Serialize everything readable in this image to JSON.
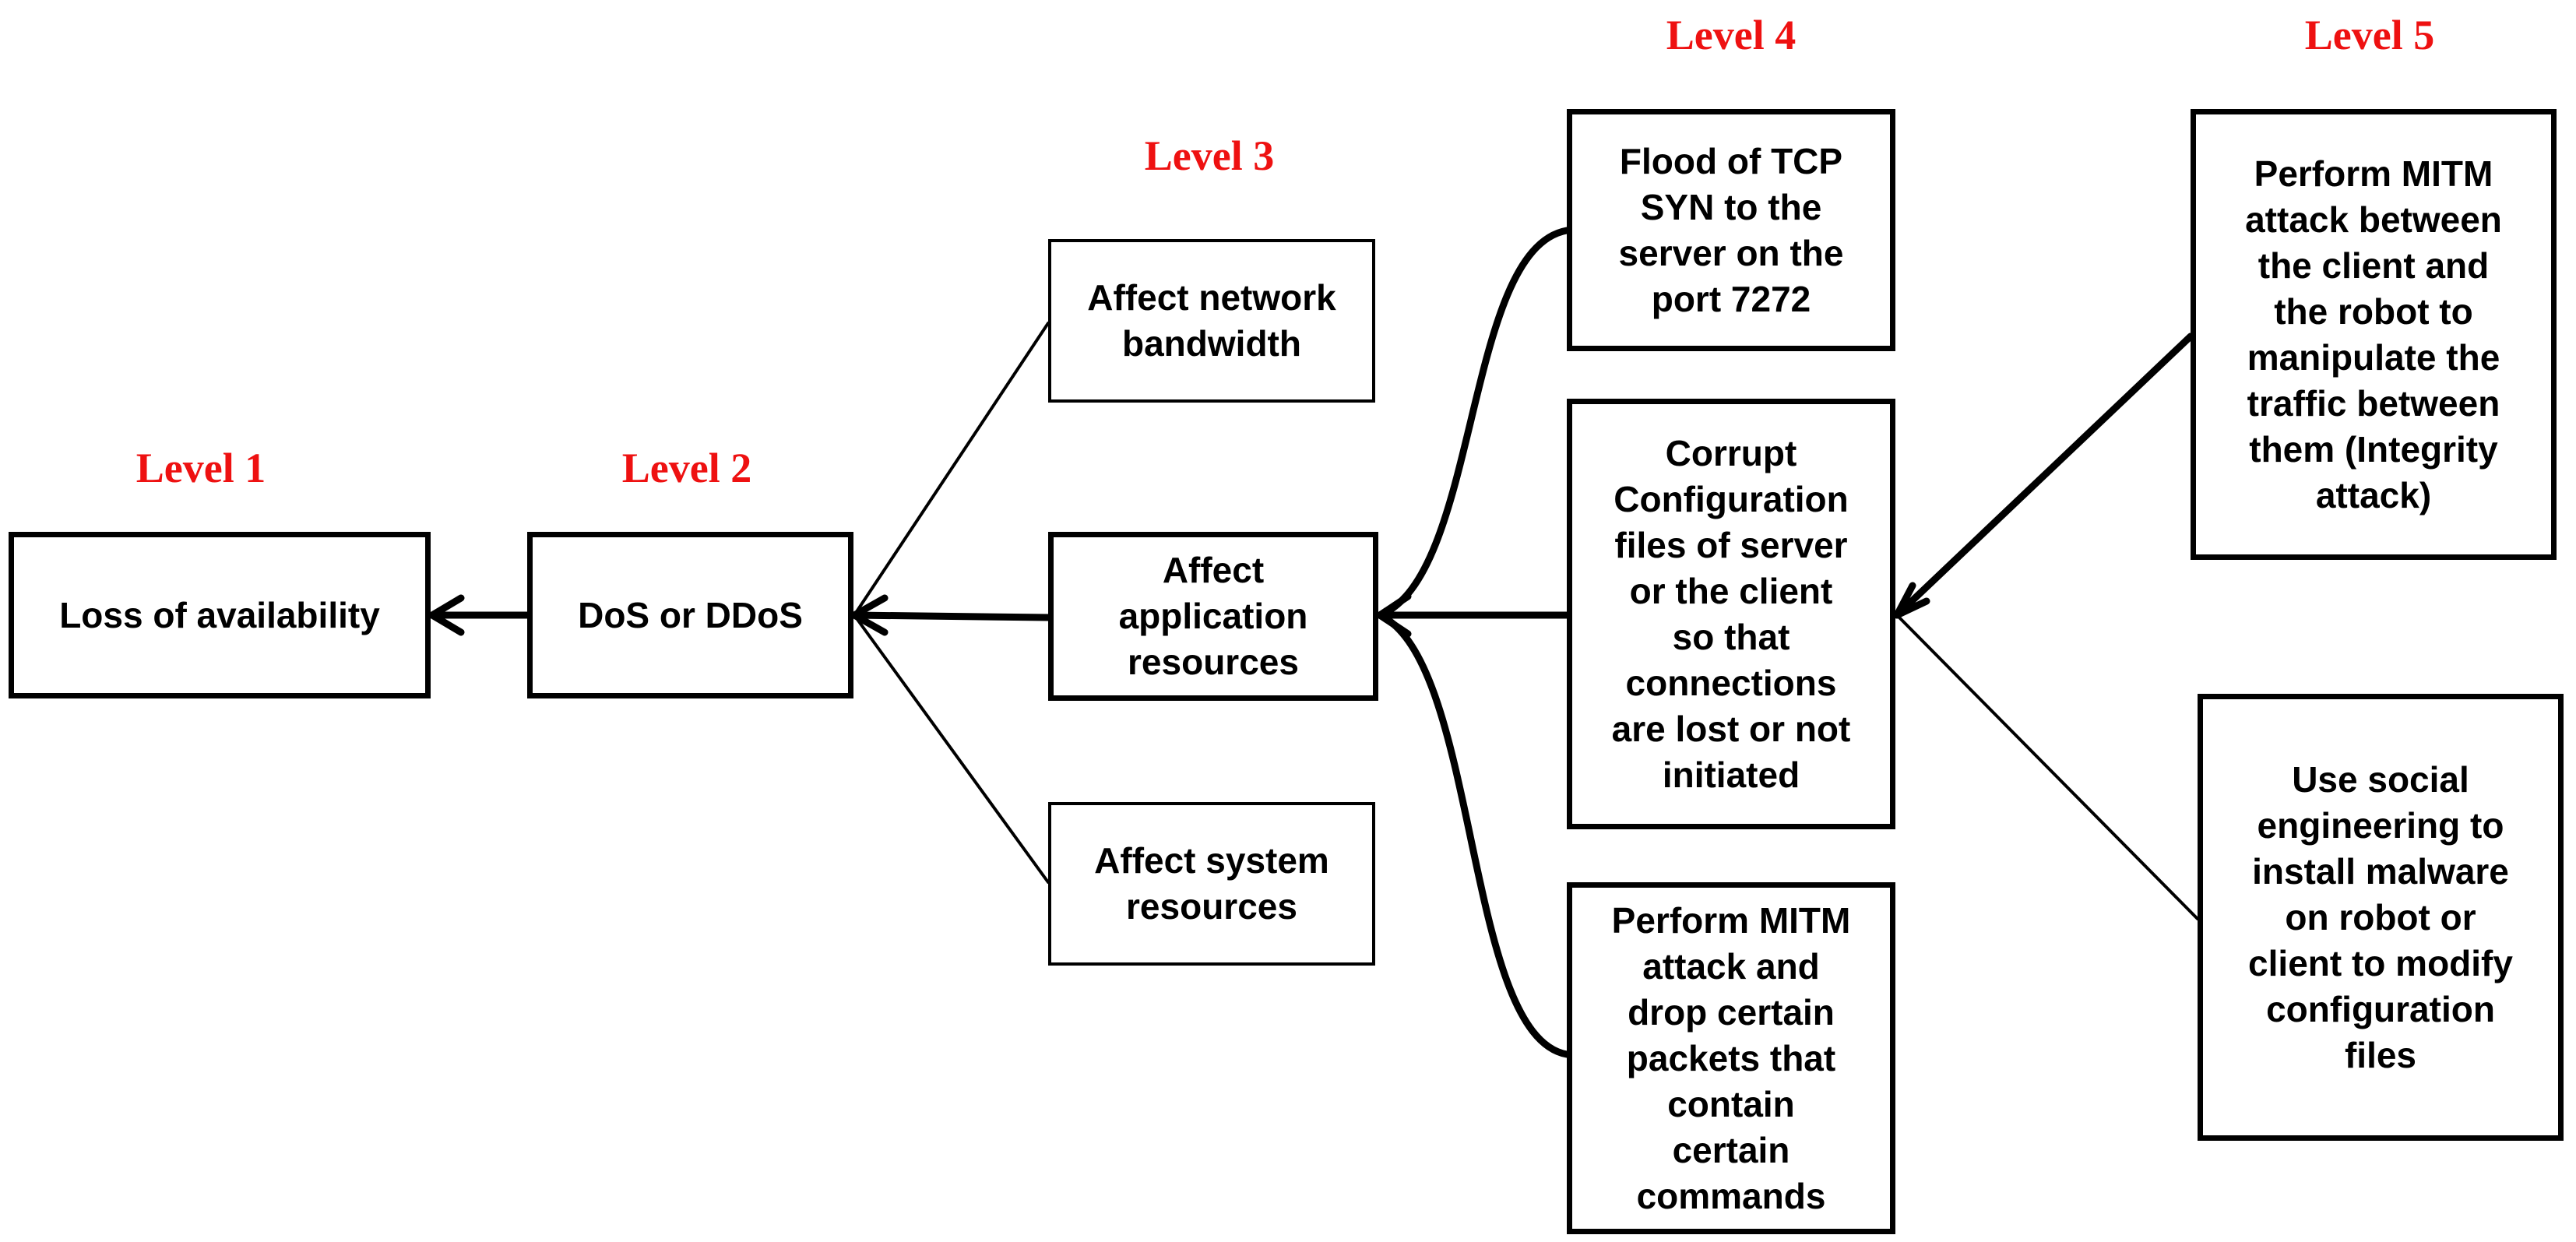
{
  "diagram": {
    "level_labels": {
      "level1": "Level 1",
      "level2": "Level 2",
      "level3": "Level 3",
      "level4": "Level 4",
      "level5": "Level 5"
    },
    "nodes": {
      "loss_of_availability": "Loss of availability",
      "dos_or_ddos": "DoS or DDoS",
      "affect_network_bandwidth": "Affect network\nbandwidth",
      "affect_application_resources": "Affect\napplication\nresources",
      "affect_system_resources": "Affect system\nresources",
      "flood_tcp_syn": "Flood of TCP\nSYN to the\nserver on the\nport 7272",
      "corrupt_configuration": "Corrupt\nConfiguration\nfiles of server\nor the client\nso that\nconnections\nare lost or not\ninitiated",
      "mitm_drop_packets": "Perform MITM\nattack and\ndrop certain\npackets that\ncontain\ncertain\ncommands",
      "mitm_manipulate_traffic": "Perform MITM\nattack between\nthe client and\nthe robot to\nmanipulate the\ntraffic between\nthem (Integrity\nattack)",
      "social_engineering_malware": "Use social\nengineering to\ninstall malware\non robot or\nclient to modify\nconfiguration\nfiles"
    },
    "colors": {
      "level_label": "#ee1111",
      "box_border": "#000000",
      "connector": "#000000"
    }
  }
}
